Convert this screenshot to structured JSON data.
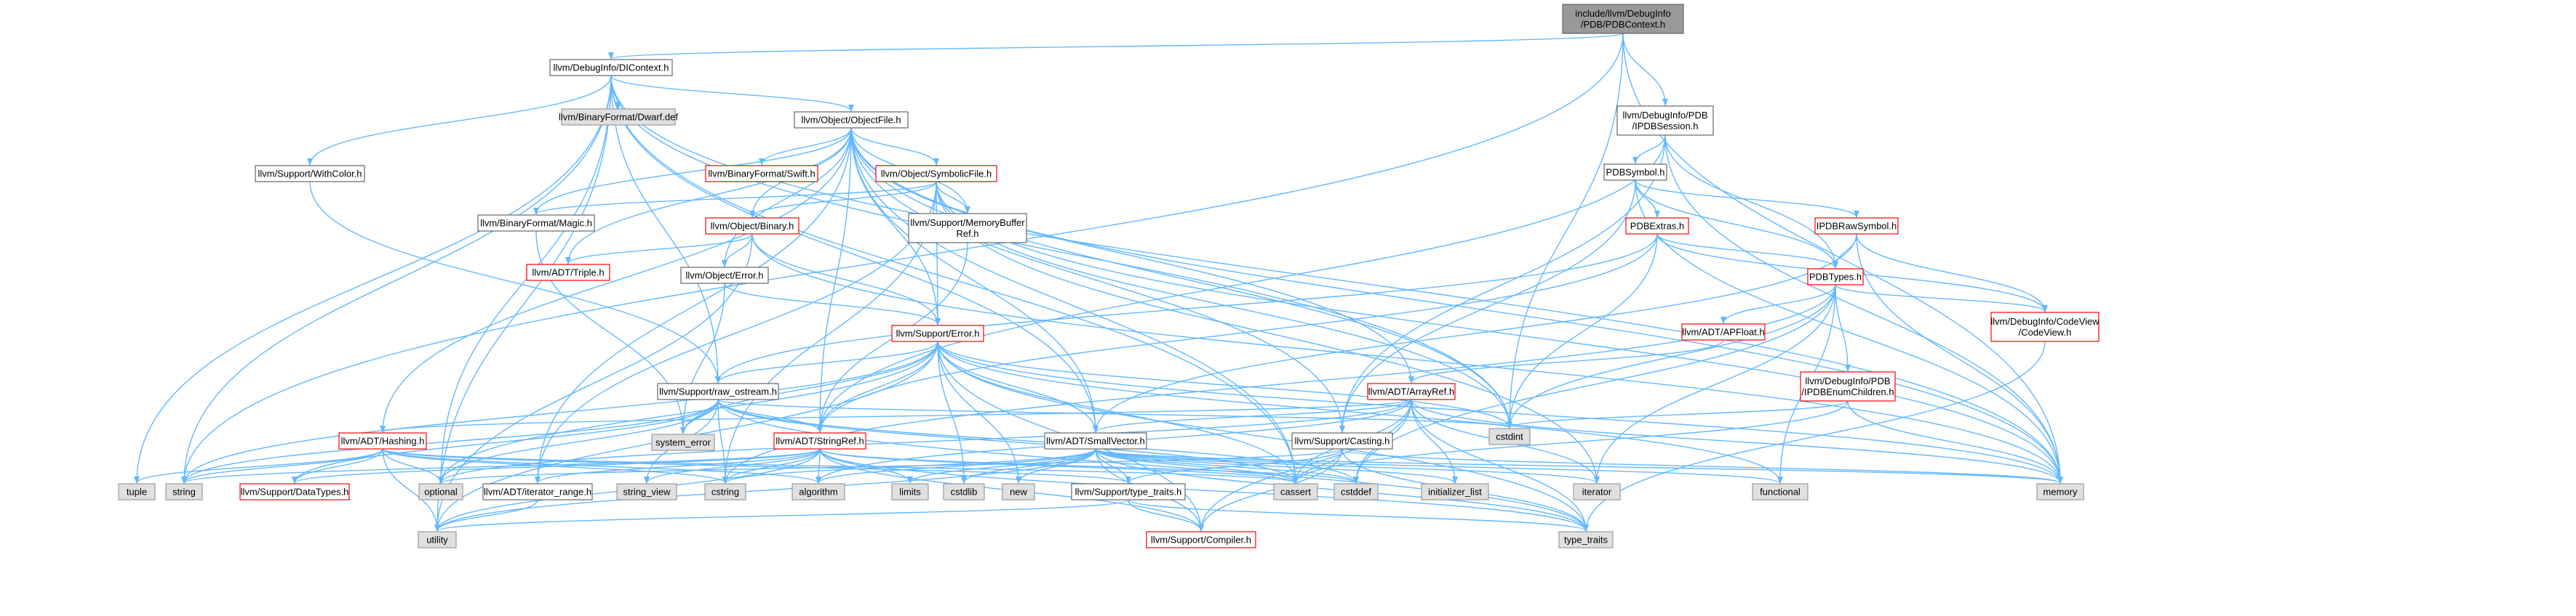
{
  "colors": {
    "edge": "#63b8ff",
    "root_fill": "#999999",
    "root_stroke": "#666666",
    "normal_fill": "#ffffff",
    "normal_stroke": "#666666",
    "external_fill": "#e0e0e0",
    "external_stroke": "#999999",
    "truncated_fill": "#ffffff",
    "truncated_stroke": "#ff0000",
    "text": "#000000",
    "truncated_text": "#ff0000"
  },
  "nodes": [
    {
      "id": "root",
      "label": "include/llvm/DebugInfo\n/PDB/PDBContext.h",
      "style": "root"
    },
    {
      "id": "dicontext",
      "label": "llvm/DebugInfo/DIContext.h",
      "style": "normal"
    },
    {
      "id": "ipdbsession",
      "label": "llvm/DebugInfo/PDB\n/IPDBSession.h",
      "style": "normal"
    },
    {
      "id": "dwarfdef",
      "label": "llvm/BinaryFormat/Dwarf.def",
      "style": "external"
    },
    {
      "id": "objectfile",
      "label": "llvm/Object/ObjectFile.h",
      "style": "normal"
    },
    {
      "id": "withcolor",
      "label": "llvm/Support/WithColor.h",
      "style": "normal"
    },
    {
      "id": "swift",
      "label": "llvm/BinaryFormat/Swift.h",
      "style": "truncated"
    },
    {
      "id": "symbolicfile",
      "label": "llvm/Object/SymbolicFile.h",
      "style": "truncated"
    },
    {
      "id": "pdbsymbol",
      "label": "PDBSymbol.h",
      "style": "normal"
    },
    {
      "id": "magic",
      "label": "llvm/BinaryFormat/Magic.h",
      "style": "normal"
    },
    {
      "id": "binary",
      "label": "llvm/Object/Binary.h",
      "style": "truncated"
    },
    {
      "id": "memorybufferref",
      "label": "llvm/Support/MemoryBuffer\nRef.h",
      "style": "normal"
    },
    {
      "id": "pdbextras",
      "label": "PDBExtras.h",
      "style": "truncated"
    },
    {
      "id": "ipdbrawsymbol",
      "label": "IPDBRawSymbol.h",
      "style": "truncated"
    },
    {
      "id": "triple",
      "label": "llvm/ADT/Triple.h",
      "style": "truncated"
    },
    {
      "id": "objecterror",
      "label": "llvm/Object/Error.h",
      "style": "normal"
    },
    {
      "id": "pdbtypes",
      "label": "PDBTypes.h",
      "style": "truncated"
    },
    {
      "id": "supporterror",
      "label": "llvm/Support/Error.h",
      "style": "truncated"
    },
    {
      "id": "apfloat",
      "label": "llvm/ADT/APFloat.h",
      "style": "truncated"
    },
    {
      "id": "codeview",
      "label": "llvm/DebugInfo/CodeView\n/CodeView.h",
      "style": "truncated"
    },
    {
      "id": "rawostream",
      "label": "llvm/Support/raw_ostream.h",
      "style": "normal"
    },
    {
      "id": "arrayref",
      "label": "llvm/ADT/ArrayRef.h",
      "style": "truncated"
    },
    {
      "id": "ipdbenumchildren",
      "label": "llvm/DebugInfo/PDB\n/IPDBEnumChildren.h",
      "style": "truncated"
    },
    {
      "id": "hashing",
      "label": "llvm/ADT/Hashing.h",
      "style": "truncated"
    },
    {
      "id": "stringref",
      "label": "llvm/ADT/StringRef.h",
      "style": "truncated"
    },
    {
      "id": "smallvector",
      "label": "llvm/ADT/SmallVector.h",
      "style": "normal"
    },
    {
      "id": "casting",
      "label": "llvm/Support/Casting.h",
      "style": "normal"
    },
    {
      "id": "systemerror",
      "label": "system_error",
      "style": "external"
    },
    {
      "id": "cstdint",
      "label": "cstdint",
      "style": "external"
    },
    {
      "id": "tuple",
      "label": "tuple",
      "style": "external"
    },
    {
      "id": "string",
      "label": "string",
      "style": "external"
    },
    {
      "id": "datatypes",
      "label": "llvm/Support/DataTypes.h",
      "style": "truncated"
    },
    {
      "id": "optional",
      "label": "optional",
      "style": "external"
    },
    {
      "id": "iteratorrange",
      "label": "llvm/ADT/iterator_range.h",
      "style": "normal"
    },
    {
      "id": "stringview",
      "label": "string_view",
      "style": "external"
    },
    {
      "id": "cstring",
      "label": "cstring",
      "style": "external"
    },
    {
      "id": "algorithm",
      "label": "algorithm",
      "style": "external"
    },
    {
      "id": "limits",
      "label": "limits",
      "style": "external"
    },
    {
      "id": "cstdlib",
      "label": "cstdlib",
      "style": "external"
    },
    {
      "id": "new",
      "label": "new",
      "style": "external"
    },
    {
      "id": "typetraitsh",
      "label": "llvm/Support/type_traits.h",
      "style": "normal"
    },
    {
      "id": "cassert",
      "label": "cassert",
      "style": "external"
    },
    {
      "id": "cstddef",
      "label": "cstddef",
      "style": "external"
    },
    {
      "id": "initlist",
      "label": "initializer_list",
      "style": "external"
    },
    {
      "id": "iterator",
      "label": "iterator",
      "style": "external"
    },
    {
      "id": "functional",
      "label": "functional",
      "style": "external"
    },
    {
      "id": "memory",
      "label": "memory",
      "style": "external"
    },
    {
      "id": "utility",
      "label": "utility",
      "style": "external"
    },
    {
      "id": "compiler",
      "label": "llvm/Support/Compiler.h",
      "style": "truncated"
    },
    {
      "id": "typetraits",
      "label": "type_traits",
      "style": "external"
    }
  ],
  "edges": [
    [
      "root",
      "dicontext"
    ],
    [
      "root",
      "ipdbsession"
    ],
    [
      "root",
      "string"
    ],
    [
      "root",
      "cstdint"
    ],
    [
      "root",
      "memory"
    ],
    [
      "dicontext",
      "dwarfdef"
    ],
    [
      "dicontext",
      "objectfile"
    ],
    [
      "dicontext",
      "withcolor"
    ],
    [
      "dicontext",
      "rawostream"
    ],
    [
      "dicontext",
      "smallvector"
    ],
    [
      "dicontext",
      "cassert"
    ],
    [
      "dicontext",
      "cstdint"
    ],
    [
      "dicontext",
      "memory"
    ],
    [
      "dicontext",
      "optional"
    ],
    [
      "dicontext",
      "string"
    ],
    [
      "dicontext",
      "tuple"
    ],
    [
      "dicontext",
      "utility"
    ],
    [
      "ipdbsession",
      "pdbsymbol"
    ],
    [
      "ipdbsession",
      "pdbtypes"
    ],
    [
      "ipdbsession",
      "casting"
    ],
    [
      "ipdbsession",
      "stringref"
    ],
    [
      "ipdbsession",
      "memory"
    ],
    [
      "objectfile",
      "swift"
    ],
    [
      "objectfile",
      "symbolicfile"
    ],
    [
      "objectfile",
      "magic"
    ],
    [
      "objectfile",
      "binary"
    ],
    [
      "objectfile",
      "triple"
    ],
    [
      "objectfile",
      "objecterror"
    ],
    [
      "objectfile",
      "supporterror"
    ],
    [
      "objectfile",
      "memorybufferref"
    ],
    [
      "objectfile",
      "arrayref"
    ],
    [
      "objectfile",
      "hashing"
    ],
    [
      "objectfile",
      "stringref"
    ],
    [
      "objectfile",
      "iteratorrange"
    ],
    [
      "objectfile",
      "casting"
    ],
    [
      "objectfile",
      "smallvector"
    ],
    [
      "objectfile",
      "cassert"
    ],
    [
      "objectfile",
      "cstdint"
    ],
    [
      "objectfile",
      "memory"
    ],
    [
      "withcolor",
      "rawostream"
    ],
    [
      "symbolicfile",
      "magic"
    ],
    [
      "symbolicfile",
      "binary"
    ],
    [
      "symbolicfile",
      "supporterror"
    ],
    [
      "symbolicfile",
      "memorybufferref"
    ],
    [
      "symbolicfile",
      "iteratorrange"
    ],
    [
      "symbolicfile",
      "cstdint"
    ],
    [
      "symbolicfile",
      "iterator"
    ],
    [
      "symbolicfile",
      "memory"
    ],
    [
      "symbolicfile",
      "cstring"
    ],
    [
      "pdbsymbol",
      "ipdbrawsymbol"
    ],
    [
      "pdbsymbol",
      "pdbextras"
    ],
    [
      "pdbsymbol",
      "pdbtypes"
    ],
    [
      "pdbsymbol",
      "casting"
    ],
    [
      "pdbsymbol",
      "memory"
    ],
    [
      "magic",
      "systemerror"
    ],
    [
      "binary",
      "triple"
    ],
    [
      "binary",
      "objecterror"
    ],
    [
      "binary",
      "supporterror"
    ],
    [
      "binary",
      "memory"
    ],
    [
      "binary",
      "utility"
    ],
    [
      "memorybufferref",
      "stringref"
    ],
    [
      "pdbextras",
      "pdbtypes"
    ],
    [
      "pdbextras",
      "codeview"
    ],
    [
      "pdbextras",
      "rawostream"
    ],
    [
      "pdbextras",
      "cstdint"
    ],
    [
      "pdbextras",
      "stringref"
    ],
    [
      "ipdbrawsymbol",
      "pdbtypes"
    ],
    [
      "ipdbrawsymbol",
      "codeview"
    ],
    [
      "ipdbrawsymbol",
      "memory"
    ],
    [
      "ipdbrawsymbol",
      "smallvector"
    ],
    [
      "objecterror",
      "supporterror"
    ],
    [
      "objecterror",
      "systemerror"
    ],
    [
      "pdbtypes",
      "apfloat"
    ],
    [
      "pdbtypes",
      "ipdbenumchildren"
    ],
    [
      "pdbtypes",
      "codeview"
    ],
    [
      "pdbtypes",
      "cstddef"
    ],
    [
      "pdbtypes",
      "cstdint"
    ],
    [
      "pdbtypes",
      "cstring"
    ],
    [
      "pdbtypes",
      "functional"
    ],
    [
      "pdbtypes",
      "iterator"
    ],
    [
      "supporterror",
      "rawostream"
    ],
    [
      "supporterror",
      "stringref"
    ],
    [
      "supporterror",
      "smallvector"
    ],
    [
      "supporterror",
      "systemerror"
    ],
    [
      "supporterror",
      "cassert"
    ],
    [
      "supporterror",
      "cstdint"
    ],
    [
      "supporterror",
      "cstdlib"
    ],
    [
      "supporterror",
      "functional"
    ],
    [
      "supporterror",
      "memory"
    ],
    [
      "supporterror",
      "new"
    ],
    [
      "supporterror",
      "optional"
    ],
    [
      "supporterror",
      "string"
    ],
    [
      "supporterror",
      "system_error_dup"
    ],
    [
      "supporterror",
      "typetraits"
    ],
    [
      "supporterror",
      "utility"
    ],
    [
      "supporterror",
      "compiler"
    ],
    [
      "apfloat",
      "arrayref"
    ],
    [
      "codeview",
      "typetraits"
    ],
    [
      "rawostream",
      "stringref"
    ],
    [
      "rawostream",
      "datatypes"
    ],
    [
      "rawostream",
      "cassert"
    ],
    [
      "rawostream",
      "cstddef"
    ],
    [
      "rawostream",
      "cstdint"
    ],
    [
      "rawostream",
      "cstring"
    ],
    [
      "rawostream",
      "optional"
    ],
    [
      "rawostream",
      "string"
    ],
    [
      "rawostream",
      "stringview"
    ],
    [
      "rawostream",
      "systemerror"
    ],
    [
      "rawostream",
      "typetraits"
    ],
    [
      "arrayref",
      "hashing"
    ],
    [
      "arrayref",
      "smallvector"
    ],
    [
      "arrayref",
      "stringref_skip"
    ],
    [
      "arrayref",
      "compiler"
    ],
    [
      "arrayref",
      "algorithm"
    ],
    [
      "arrayref",
      "cassert"
    ],
    [
      "arrayref",
      "cstddef"
    ],
    [
      "arrayref",
      "initlist"
    ],
    [
      "arrayref",
      "iterator"
    ],
    [
      "arrayref",
      "memory"
    ],
    [
      "arrayref",
      "typetraits"
    ],
    [
      "arrayref",
      "optional"
    ],
    [
      "ipdbenumchildren",
      "cassert"
    ],
    [
      "ipdbenumchildren",
      "cstdint"
    ],
    [
      "ipdbenumchildren",
      "memory"
    ],
    [
      "hashing",
      "datatypes"
    ],
    [
      "hashing",
      "typetraitsh"
    ],
    [
      "hashing",
      "algorithm"
    ],
    [
      "hashing",
      "cassert"
    ],
    [
      "hashing",
      "cstring"
    ],
    [
      "hashing",
      "optional"
    ],
    [
      "hashing",
      "string"
    ],
    [
      "hashing",
      "tuple"
    ],
    [
      "hashing",
      "utility"
    ],
    [
      "stringref",
      "datatypes"
    ],
    [
      "stringref",
      "iteratorrange"
    ],
    [
      "stringref",
      "compiler"
    ],
    [
      "stringref",
      "algorithm"
    ],
    [
      "stringref",
      "cassert"
    ],
    [
      "stringref",
      "cstddef"
    ],
    [
      "stringref",
      "cstring"
    ],
    [
      "stringref",
      "limits"
    ],
    [
      "stringref",
      "string"
    ],
    [
      "stringref",
      "stringview"
    ],
    [
      "stringref",
      "typetraits"
    ],
    [
      "stringref",
      "utility"
    ],
    [
      "smallvector",
      "compiler"
    ],
    [
      "smallvector",
      "typetraitsh"
    ],
    [
      "smallvector",
      "algorithm"
    ],
    [
      "smallvector",
      "cassert"
    ],
    [
      "smallvector",
      "cstddef"
    ],
    [
      "smallvector",
      "cstdlib"
    ],
    [
      "smallvector",
      "cstring"
    ],
    [
      "smallvector",
      "functional"
    ],
    [
      "smallvector",
      "initlist"
    ],
    [
      "smallvector",
      "iterator"
    ],
    [
      "smallvector",
      "limits"
    ],
    [
      "smallvector",
      "memory"
    ],
    [
      "smallvector",
      "new"
    ],
    [
      "smallvector",
      "typetraits"
    ],
    [
      "smallvector",
      "utility"
    ],
    [
      "casting",
      "compiler"
    ],
    [
      "casting",
      "typetraitsh"
    ],
    [
      "casting",
      "cassert"
    ],
    [
      "casting",
      "memory"
    ],
    [
      "casting",
      "optional"
    ],
    [
      "casting",
      "typetraits"
    ],
    [
      "iteratorrange",
      "utility"
    ],
    [
      "typetraitsh",
      "compiler"
    ],
    [
      "typetraitsh",
      "typetraits"
    ],
    [
      "typetraitsh",
      "utility"
    ]
  ]
}
